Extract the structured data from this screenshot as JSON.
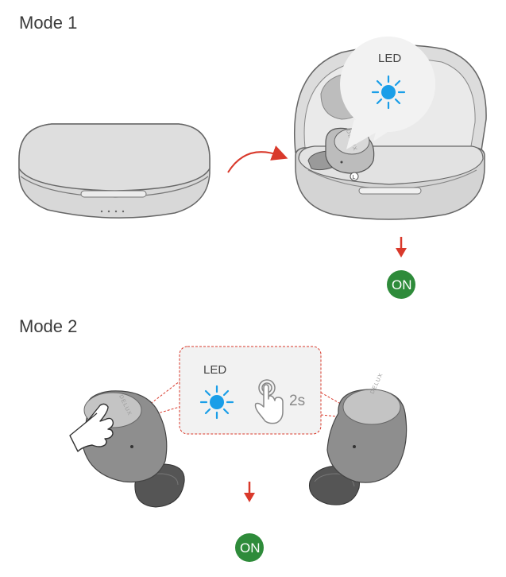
{
  "mode1": {
    "title": "Mode 1",
    "led_label": "LED",
    "status_badge": "ON",
    "earbud_side_mark": "L",
    "brand_mark": "DELUX"
  },
  "mode2": {
    "title": "Mode 2",
    "led_label": "LED",
    "hold_duration": "2s",
    "status_badge": "ON",
    "brand_mark": "DELUX"
  },
  "colors": {
    "led_blue": "#1a9ee8",
    "arrow_red": "#d9392b",
    "on_green": "#2e8b3a",
    "device_gray": "#d6d6d6",
    "callout_border": "#d9392b"
  },
  "icons": [
    "led-light-icon",
    "finger-tap-icon",
    "down-arrow-icon",
    "curved-arrow-icon",
    "hand-press-icon"
  ]
}
